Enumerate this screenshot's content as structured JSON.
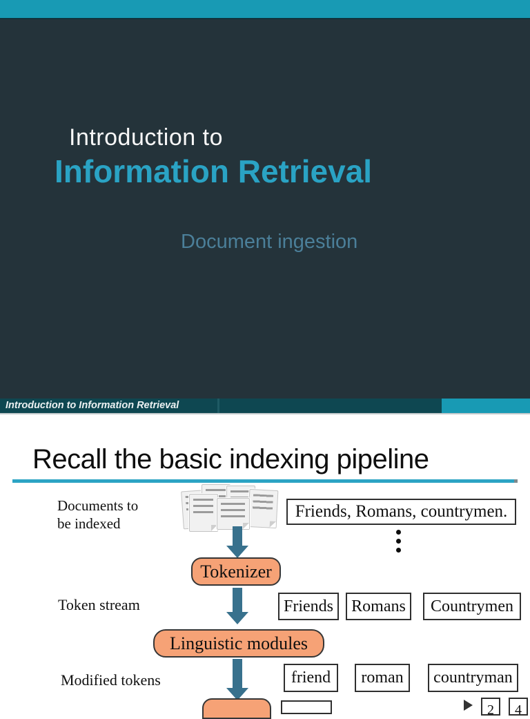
{
  "slide1": {
    "title_line1": "Introduction to",
    "title_line2": "Information Retrieval",
    "subtitle": "Document ingestion",
    "footer_text": "Introduction to Information Retrieval",
    "colors": {
      "top_accent": "#189ab4",
      "background": "#24333a",
      "title_accent": "#2aa3c4",
      "subtitle_text": "#4b7f99",
      "footer_bg": "#0e4751"
    }
  },
  "slide2": {
    "title": "Recall the basic indexing pipeline",
    "rule_color": "#2ca4c4",
    "diagram": {
      "row1": {
        "label_line1": "Documents to",
        "label_line2": "be indexed",
        "document_text": "Friends, Romans, countrymen."
      },
      "stage1_label": "Tokenizer",
      "row2": {
        "label": "Token stream",
        "tokens": [
          "Friends",
          "Romans",
          "Countrymen"
        ]
      },
      "stage2_label": "Linguistic modules",
      "row3": {
        "label": "Modified tokens",
        "tokens": [
          "friend",
          "roman",
          "countryman"
        ]
      },
      "row4": {
        "doc_ids": [
          "2",
          "4"
        ]
      },
      "colors": {
        "stage_fill": "#f6a276",
        "arrow": "#38718d",
        "box_border": "#2f2f2f"
      }
    }
  }
}
